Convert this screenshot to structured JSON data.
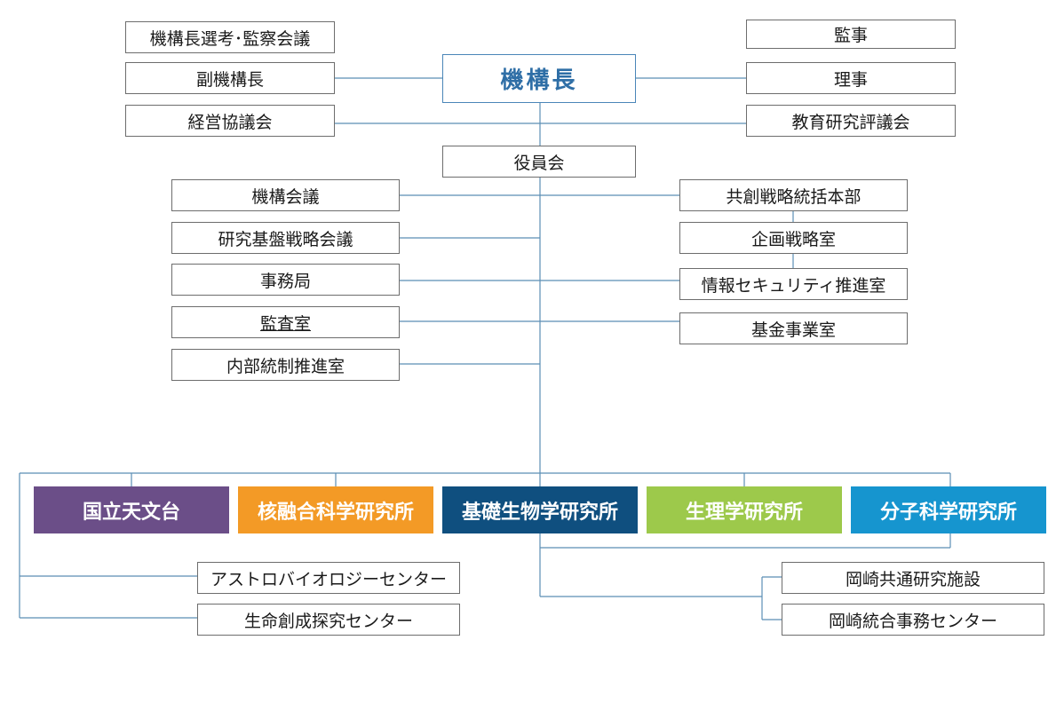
{
  "top": {
    "label": "機構長"
  },
  "left_top": {
    "selection_audit": "機構長選考･監察会議",
    "vice_director": "副機構長",
    "management_council": "経営協議会"
  },
  "right_top": {
    "auditor": "監事",
    "director": "理事",
    "education_research_council": "教育研究評議会"
  },
  "executive_board": "役員会",
  "left_units": {
    "org_council": "機構会議",
    "research_strategy": "研究基盤戦略会議",
    "secretariat": "事務局",
    "audit_office": "監査室",
    "internal_control": "内部統制推進室"
  },
  "right_units": {
    "co_creation_hq": "共創戦略統括本部",
    "planning_office": "企画戦略室",
    "info_security": "情報セキュリティ推進室",
    "fund_office": "基金事業室"
  },
  "institutes": [
    {
      "label": "国立天文台",
      "color": "#6b4e88"
    },
    {
      "label": "核融合科学研究所",
      "color": "#f39a26"
    },
    {
      "label": "基礎生物学研究所",
      "color": "#0f4f7f"
    },
    {
      "label": "生理学研究所",
      "color": "#9dc94b"
    },
    {
      "label": "分子科学研究所",
      "color": "#1695cf"
    }
  ],
  "centers_left": {
    "astrobiology": "アストロバイオロジーセンター",
    "exploratory": "生命創成探究センター"
  },
  "centers_right": {
    "okazaki_facilities": "岡崎共通研究施設",
    "okazaki_admin": "岡崎統合事務センター"
  },
  "colors": {
    "line": "#5b8eb5",
    "box_border": "#6d6d6d",
    "top_text": "#2e6ea6"
  }
}
